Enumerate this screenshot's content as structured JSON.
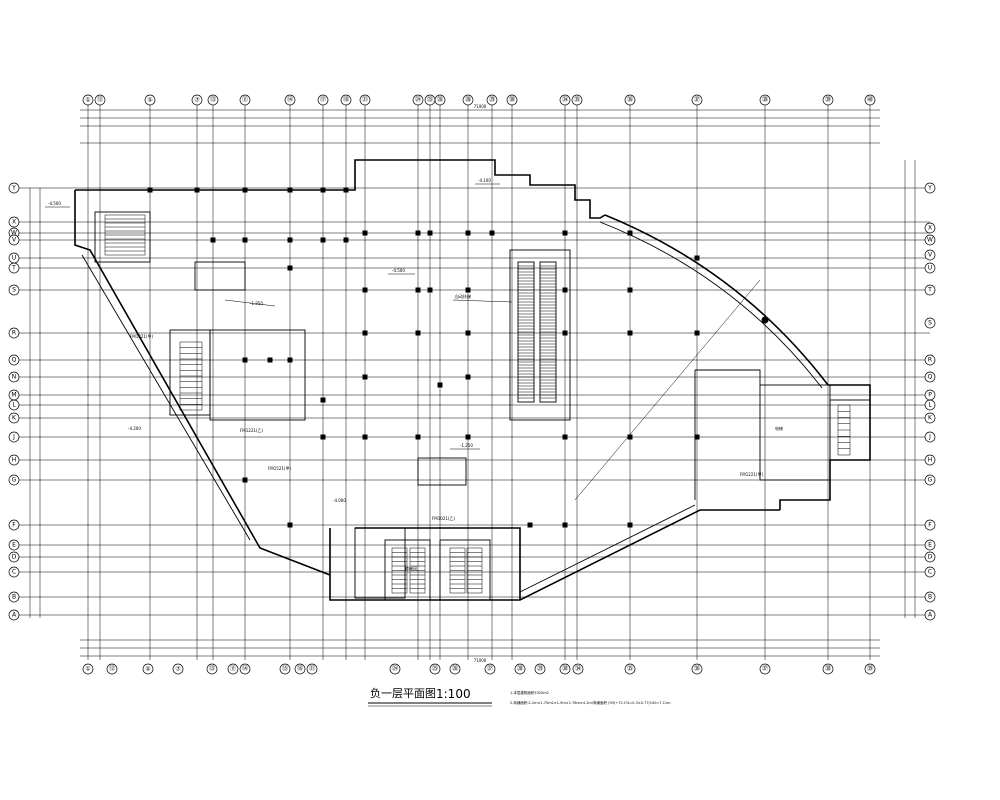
{
  "drawing": {
    "title": "负一层平面图",
    "scale": "1:100",
    "notes": [
      "1.本层建筑面积5320m2",
      "2.商铺面积:2.2m×1.70m2×1.5m×1.76m×4.1m/商铺面积 (93)÷72.1%=0.3×0.77/100=7.11m"
    ]
  },
  "grid": {
    "top_axes": [
      "①",
      "⑫",
      "⑤",
      "⑦",
      "⑬",
      "⑪",
      "⑭",
      "⑰",
      "⑱",
      "㉑",
      "㉔",
      "㉕",
      "㉖",
      "㉘",
      "㉙",
      "㉚",
      "㉞",
      "㉟",
      "㊱",
      "㊲",
      "㊳",
      "㊴",
      "㊵"
    ],
    "bottom_axes": [
      "①",
      "⑫",
      "⑤",
      "⑦",
      "⑬",
      "⑪",
      "⑭",
      "⑮",
      "⑯",
      "㉑",
      "㉔",
      "㉕",
      "㉖",
      "㉗",
      "㉘",
      "㉙",
      "㉚",
      "㉞",
      "㉟",
      "㊱",
      "㊲",
      "㊳",
      "㊴"
    ],
    "left_axes": [
      "Y",
      "X",
      "W",
      "V",
      "U",
      "T",
      "S",
      "R",
      "Q",
      "N",
      "M",
      "L",
      "K",
      "J",
      "H",
      "G",
      "F",
      "E",
      "D",
      "C",
      "B",
      "A"
    ],
    "right_axes": [
      "Y",
      "X",
      "W",
      "V",
      "U",
      "T",
      "S",
      "R",
      "Q",
      "P",
      "L",
      "K",
      "J",
      "H",
      "G",
      "F",
      "E",
      "D",
      "C",
      "B",
      "A"
    ],
    "top_total": "71000",
    "bottom_total": "71000"
  },
  "labels": {
    "elev_1": "-4.500",
    "elev_2": "-4.500",
    "elev_3": "-4.100",
    "elev_4": "-1.250",
    "elev_5": "-4.200",
    "elev_6": "-4.000",
    "elev_7": "-1.250",
    "room_1": "楼梯间",
    "room_2": "电梯",
    "room_3": "自动扶梯",
    "door_1": "FM1021(甲)",
    "door_2": "FM1221(乙)",
    "door_3": "FM1521(甲)",
    "door_4": "FM1021(乙)",
    "door_5": "FM1221(甲)"
  }
}
